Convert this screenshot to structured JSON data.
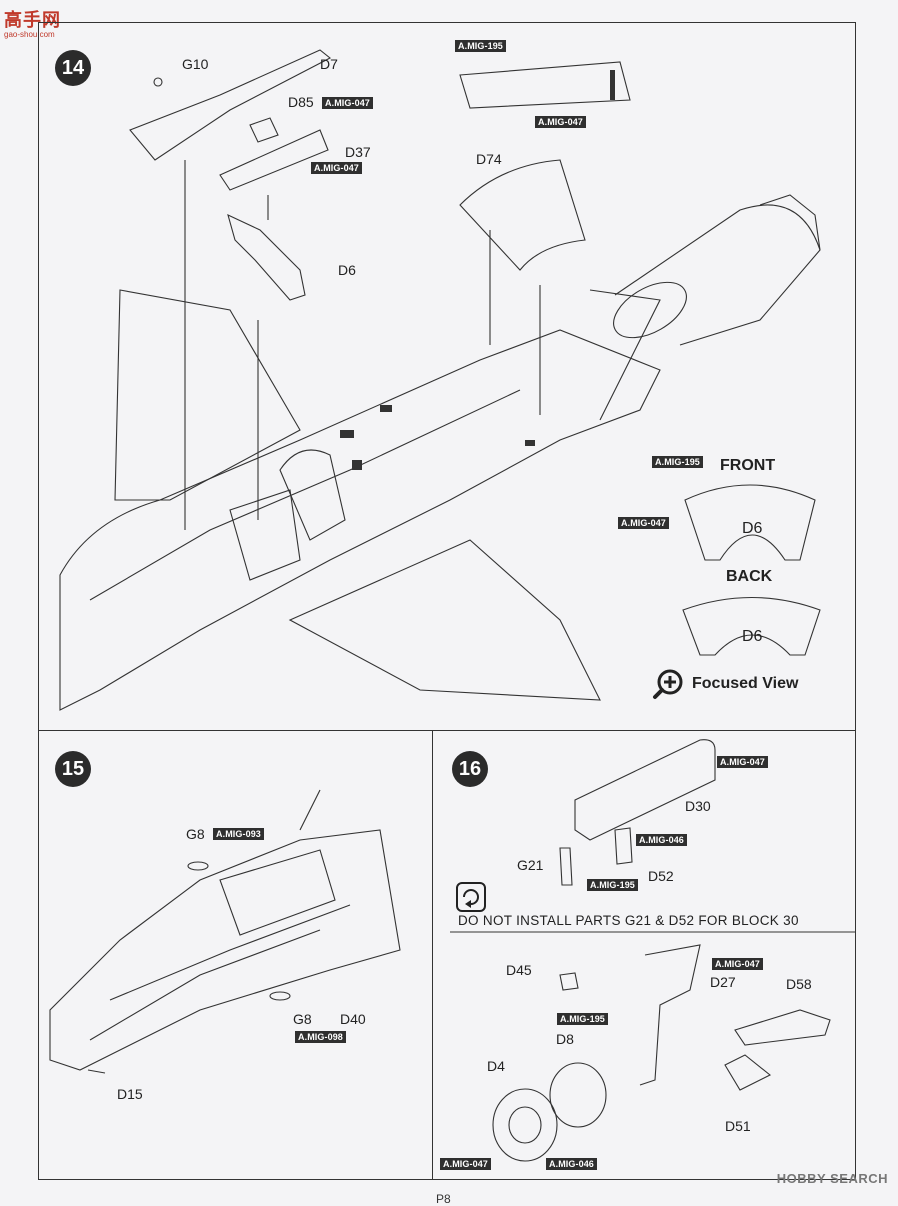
{
  "site_logo": {
    "main": "高手网",
    "sub": "gao-shou.com"
  },
  "watermark": "HOBBY SEARCH",
  "page_number": "P8",
  "steps": [
    {
      "number": "14",
      "labels": {
        "g10": "G10",
        "d7": "D7",
        "d85": "D85",
        "d37": "D37",
        "d74": "D74",
        "d6": "D6"
      },
      "tags": {
        "mig195_top": "A.MIG-195",
        "mig047_top": "A.MIG-047",
        "mig047_d85": "A.MIG-047",
        "mig047_d37": "A.MIG-047"
      },
      "inset": {
        "front_title": "FRONT",
        "back_title": "BACK",
        "front_tag_195": "A.MIG-195",
        "front_tag_047": "A.MIG-047",
        "front_part": "D6",
        "back_part": "D6"
      },
      "focused_view": "Focused View"
    },
    {
      "number": "15",
      "labels": {
        "g8_top": "G8",
        "g8_bottom": "G8",
        "d40": "D40",
        "d15": "D15"
      },
      "tags": {
        "mig093": "A.MIG-093",
        "mig098": "A.MIG-098"
      }
    },
    {
      "number": "16",
      "labels": {
        "d30": "D30",
        "g21": "G21",
        "d52": "D52",
        "d45": "D45",
        "d27": "D27",
        "d58": "D58",
        "d8": "D8",
        "d4": "D4",
        "d51": "D51"
      },
      "tags": {
        "mig047_d30": "A.MIG-047",
        "mig046_d52": "A.MIG-046",
        "mig195_g21": "A.MIG-195",
        "mig047_d27": "A.MIG-047",
        "mig195_strut": "A.MIG-195",
        "mig047_wheel": "A.MIG-047",
        "mig046_wheel": "A.MIG-046"
      },
      "note": "DO NOT INSTALL PARTS G21 & D52 FOR BLOCK 30"
    }
  ]
}
